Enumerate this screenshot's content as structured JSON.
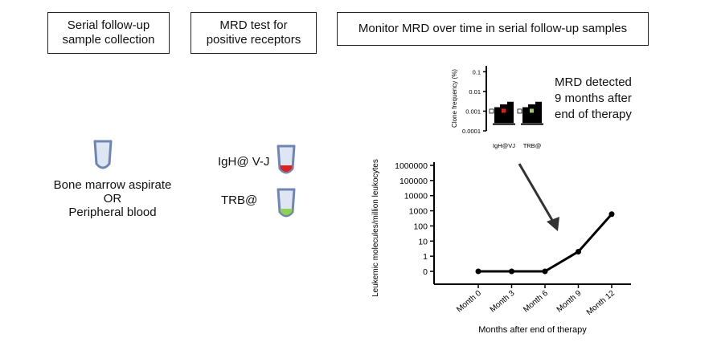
{
  "steps": [
    {
      "label": "Serial follow-up\nsample collection"
    },
    {
      "label": "MRD test for\npositive receptors"
    },
    {
      "label": "Monitor MRD over time in serial follow-up samples"
    }
  ],
  "sample": {
    "line1": "Bone marrow aspirate",
    "line2": "OR",
    "line3": "Peripheral blood"
  },
  "receptors": [
    {
      "label": "IgH@ V-J",
      "color": "#e0201b"
    },
    {
      "label": "TRB@",
      "color": "#8ed24f"
    }
  ],
  "inset_note": "MRD detected\n9 months after\nend of therapy",
  "colors": {
    "tube": "#6f86b5",
    "tube_fill": "#dfe6f3",
    "igh_marker": "#e0201b",
    "trb_marker": "#8ed24f"
  },
  "chart_data": [
    {
      "type": "scatter",
      "ylabel": "Clone frequency (%)",
      "categories": [
        "IgH@VJ",
        "TRB@"
      ],
      "yticks": [
        "0.1",
        "0.01",
        "0.001",
        "0.0001"
      ],
      "yscale": "log",
      "ylim": [
        0.0001,
        0.2
      ],
      "highlight_values": [
        0.001,
        0.001
      ]
    },
    {
      "type": "line",
      "xlabel": "Months after end of therapy",
      "ylabel": "Leukemic molecules/million leukocytes",
      "categories": [
        "Month 0",
        "Month 3",
        "Month 6",
        "Month 9",
        "Month 12"
      ],
      "yticks": [
        "1000000",
        "100000",
        "10000",
        "1000",
        "100",
        "10",
        "1",
        "0"
      ],
      "yscale": "log",
      "series": [
        {
          "values": [
            0,
            0,
            0,
            2,
            600
          ]
        }
      ]
    }
  ]
}
